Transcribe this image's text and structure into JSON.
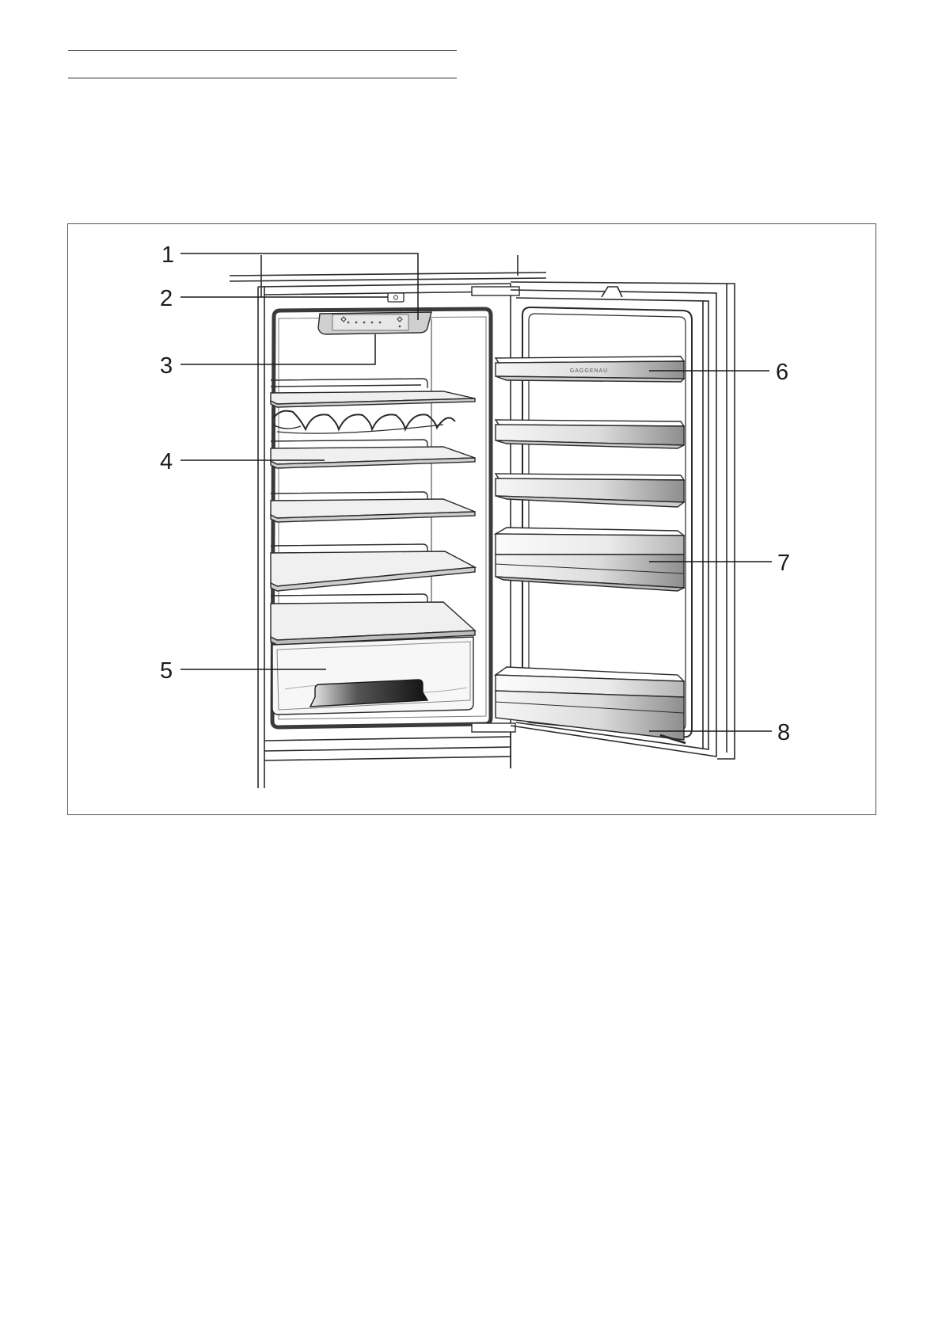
{
  "figure": {
    "callouts": [
      "1",
      "2",
      "3",
      "4",
      "5",
      "6",
      "7",
      "8"
    ],
    "brand_label": "GAGGENAU"
  },
  "colors": {
    "line": "#2a2a2a",
    "shelf_fill": "#eeeeee",
    "door_bin_dark": "#9a9a9a",
    "door_bin_light": "#f4f4f4"
  }
}
